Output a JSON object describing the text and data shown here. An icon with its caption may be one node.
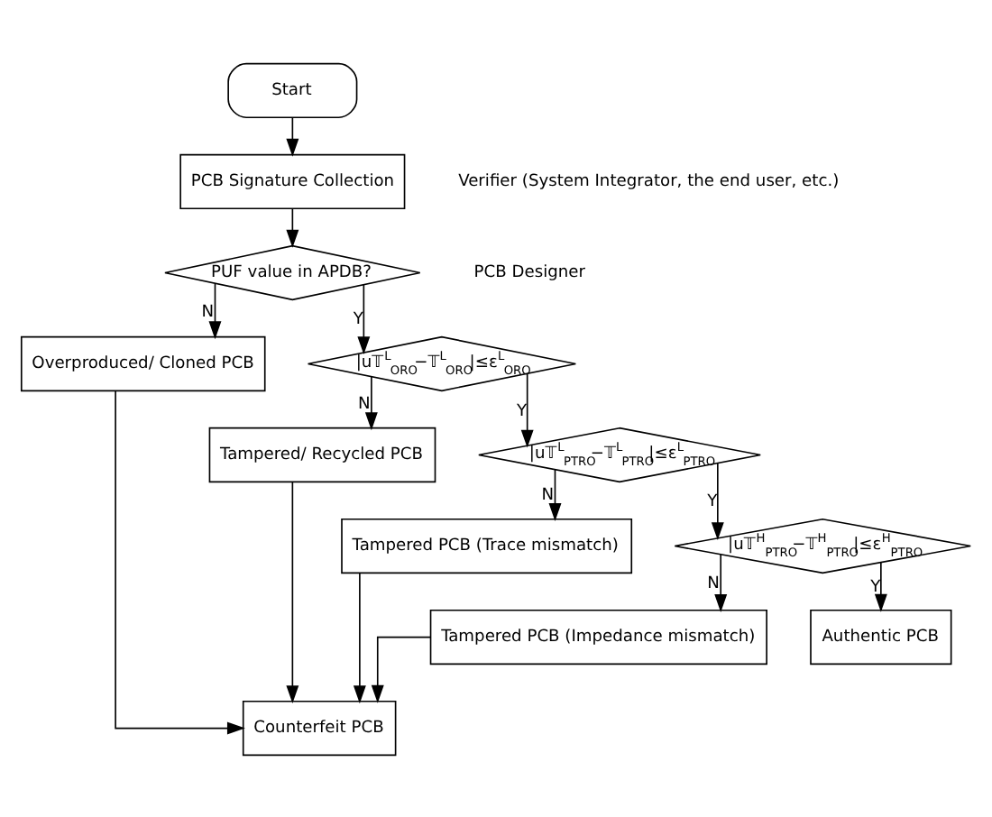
{
  "diagram": {
    "nodes": [
      {
        "text": [
          "Start"
        ]
      },
      {
        "text": [
          "PCB Signature Collection"
        ]
      },
      {
        "text": [
          "PUF value in APDB?"
        ]
      },
      {
        "text": [
          "|u𝕋$^{L}$$_{ORO}$−𝕋$^{L}$$_{ORO}$|≤ε$^{L}$$_{ORO}$"
        ]
      },
      {
        "text": [
          "|u𝕋$^{L}$$_{PTRO}$−𝕋$^{L}$$_{PTRO}$|≤ε$^{L}$$_{PTRO}$"
        ]
      },
      {
        "text": [
          "|u𝕋$^{H}$$_{PTRO}$−𝕋$^{H}$$_{PTRO}$|≤ε$^{H}$$_{PTRO}$"
        ]
      },
      {
        "text": [
          "Overproduced/ Cloned PCB"
        ]
      },
      {
        "text": [
          "Tampered/ Recycled PCB"
        ]
      },
      {
        "text": [
          "Tampered PCB (Trace mismatch)"
        ]
      },
      {
        "text": [
          "Tampered PCB (Impedance mismatch)"
        ]
      },
      {
        "text": [
          "Counterfeit PCB"
        ]
      },
      {
        "text": [
          "Authentic PCB"
        ]
      }
    ],
    "edges": [
      {
        "from": 0,
        "to": 1,
        "arrow": "to"
      },
      {
        "from": 1,
        "to": 2,
        "arrow": "to"
      },
      {
        "from": 2,
        "to": 6,
        "arrow": "to",
        "label": "N"
      },
      {
        "from": 2,
        "to": 3,
        "arrow": "to",
        "label": "Y"
      },
      {
        "from": 3,
        "to": 7,
        "arrow": "to",
        "label": "N"
      },
      {
        "from": 3,
        "to": 4,
        "arrow": "to",
        "label": "Y"
      },
      {
        "from": 4,
        "to": 8,
        "arrow": "to",
        "label": "N"
      },
      {
        "from": 4,
        "to": 5,
        "arrow": "to",
        "label": "Y"
      },
      {
        "from": 5,
        "to": 9,
        "arrow": "to",
        "label": "N"
      },
      {
        "from": 5,
        "to": 11,
        "arrow": "to",
        "label": "Y"
      },
      {
        "from": 6,
        "to": 10,
        "arrow": "to"
      },
      {
        "from": 7,
        "to": 10,
        "arrow": "to"
      },
      {
        "from": 8,
        "to": 10,
        "arrow": "to"
      },
      {
        "from": 9,
        "to": 10,
        "arrow": "to"
      }
    ],
    "labels": [
      "Verifier (System Integrator, the end user, etc.)",
      "PCB Designer"
    ]
  }
}
